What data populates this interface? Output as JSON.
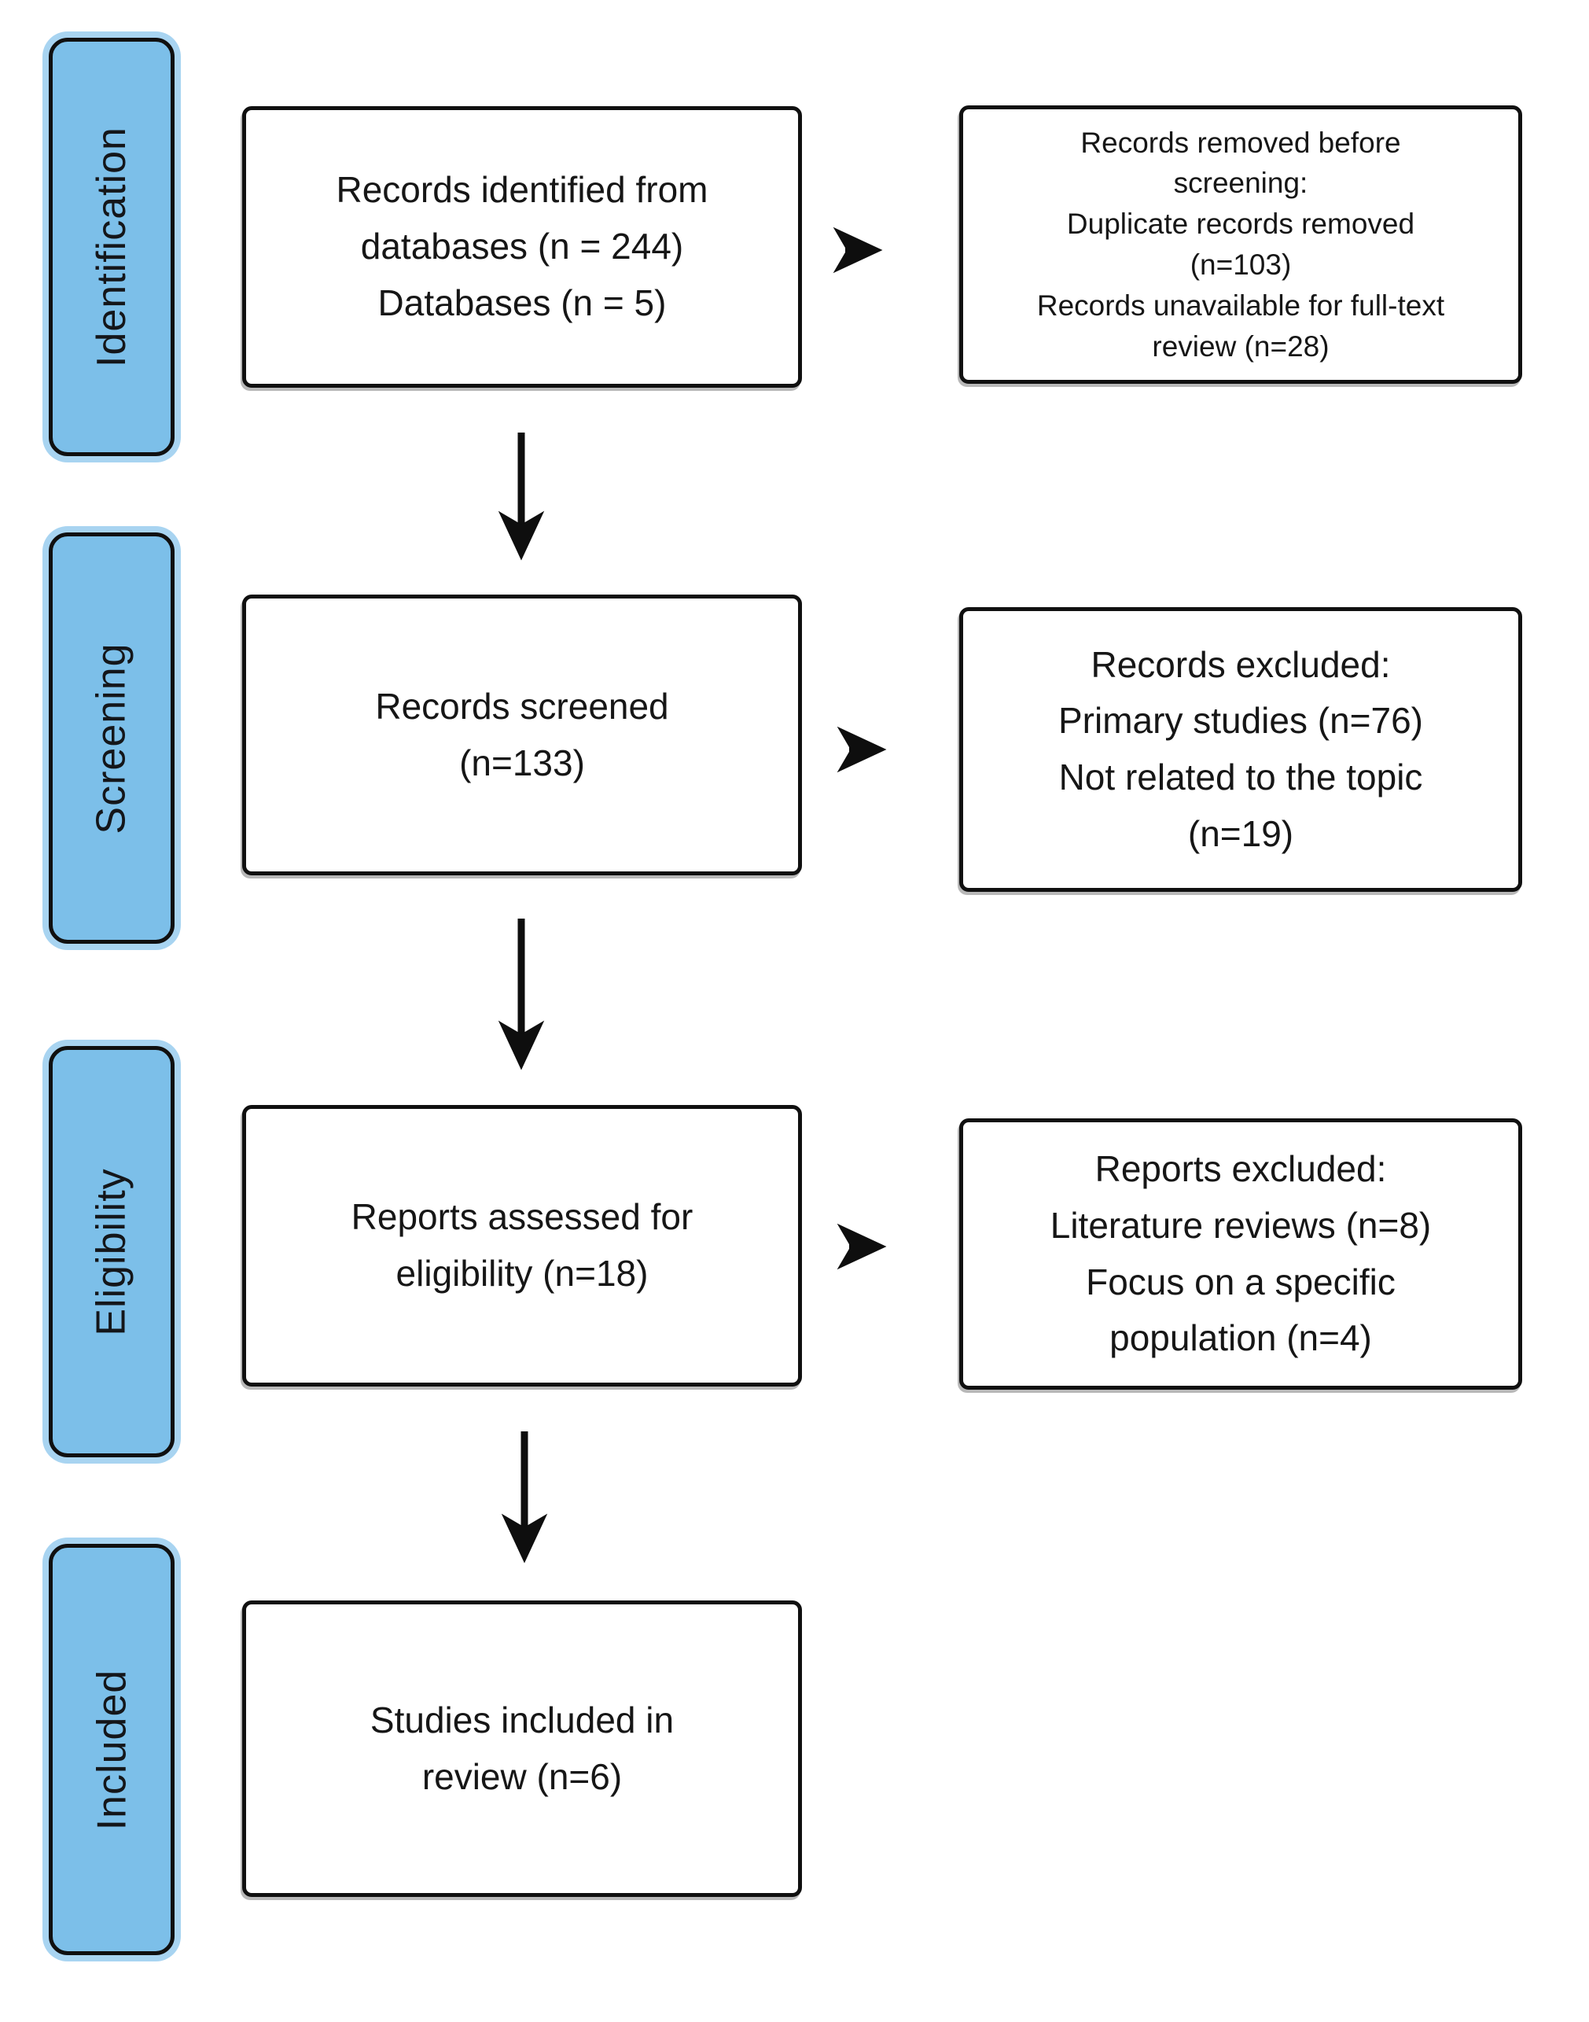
{
  "colors": {
    "stage_fill": "#7cbfe9",
    "stage_glow": "#a8d4f1",
    "line_black": "#0e0e0e",
    "box_fill": "#ffffff"
  },
  "stages": [
    {
      "label": "Identification"
    },
    {
      "label": "Screening"
    },
    {
      "label": "Eligibility"
    },
    {
      "label": "Included"
    }
  ],
  "flow": [
    {
      "text": "Records identified from\ndatabases (n = 244)\nDatabases (n = 5)"
    },
    {
      "text": "Records screened\n(n=133)"
    },
    {
      "text": "Reports assessed for\neligibility (n=18)"
    },
    {
      "text": "Studies included in\nreview (n=6)"
    }
  ],
  "exclusions": [
    {
      "text": "Records removed before\nscreening:\nDuplicate records removed\n(n=103)\nRecords unavailable for full-text\nreview (n=28)"
    },
    {
      "text": "Records excluded:\nPrimary studies (n=76)\nNot related to the topic\n(n=19)"
    },
    {
      "text": "Reports excluded:\nLiterature reviews (n=8)\nFocus on a specific\npopulation (n=4)"
    }
  ]
}
